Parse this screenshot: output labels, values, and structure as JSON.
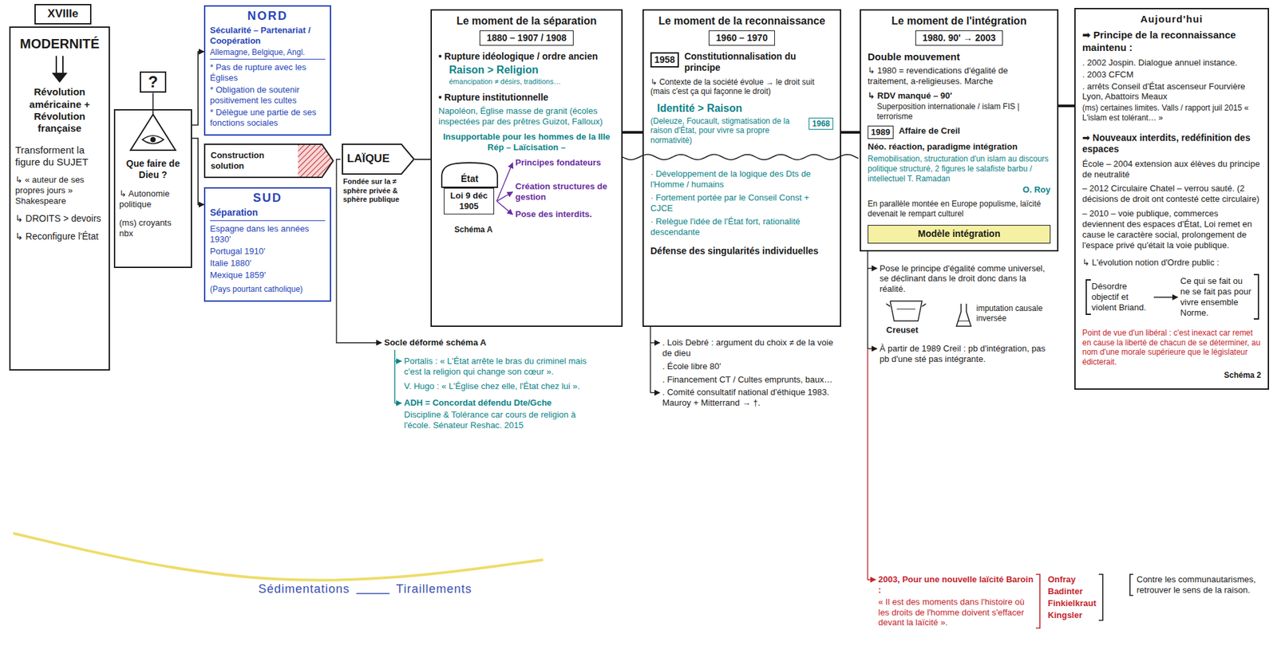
{
  "diagram": {
    "nodes": [
      {
        "text": [
          "XVIIIe"
        ]
      },
      {
        "text": [
          "MODERNITÉ",
          "Révolution américaine + Révolution française",
          "Transforment la figure du SUJET",
          "↳ « auteur de ses propres jours » Shakespeare",
          "↳ DROITS > devoirs",
          "↳ Reconfigure l'État"
        ]
      },
      {
        "text": [
          "?"
        ]
      },
      {
        "text": [
          "Que faire de Dieu ?",
          "↳ Autonomie politique",
          "(ms) croyants nbx"
        ]
      },
      {
        "text": [
          "NORD",
          "Sécularité – Partenariat / Coopération",
          "Allemagne, Belgique, Angl.",
          "* Pas de rupture avec les Églises",
          "* Obligation de soutenir positivement les cultes",
          "* Délègue une partie de ses fonctions sociales"
        ]
      },
      {
        "text": [
          "Construction solution"
        ]
      },
      {
        "text": [
          "LAÏQUE"
        ]
      },
      {
        "text": [
          "SUD",
          "Séparation",
          "Espagne dans les années 1930'",
          "Portugal 1910'",
          "Italie 1880'",
          "Mexique 1859'",
          "(Pays pourtant catholique)"
        ]
      },
      {
        "text": [
          "Le moment de la séparation",
          "1880 – 1907 / 1908",
          "• Rupture idéologique / ordre ancien",
          "Raison > Religion",
          "émancipation ≠ désirs, traditions…",
          "• Rupture institutionnelle",
          "Napoléon, Église masse de granit (écoles inspectées par des prêtres Guizot, Falloux)",
          "Insupportable pour les hommes de la IIIe Rép – Laïcisation –",
          "Schéma A"
        ]
      },
      {
        "text": [
          "État"
        ],
        "in": 8
      },
      {
        "text": [
          "Loi 9 déc 1905"
        ],
        "in": 8
      },
      {
        "text": [
          "Le moment de la reconnaissance",
          "1960 – 1970",
          "Constitutionnalisation du principe",
          "↳ Contexte de la société évolue → le droit suit (mais c'est ça qui façonne le droit)",
          "Identité > Raison",
          "(Deleuze, Foucault, stigmatisation de la raison d'État, pour vivre sa propre normativité)",
          "· Développement de la logique des Dts de l'Homme / humains",
          "· Fortement portée par le Conseil Const + CJCE",
          "· Relègue l'idée de l'État fort, rationalité descendante",
          "Défense des singularités individuelles"
        ]
      },
      {
        "text": [
          "1958"
        ],
        "in": 11
      },
      {
        "text": [
          "1968"
        ],
        "in": 11
      },
      {
        "text": [
          "Le moment de l'intégration",
          "1980. 90' → 2003",
          "Double mouvement",
          "↳ 1980 = revendications d'égalité de traitement, a-religieuses. Marche",
          "↳ RDV manqué – 90'",
          "Superposition internationale / islam FIS | terrorisme",
          "Affaire de Creil",
          "Néo. réaction, paradigme intégration",
          "Remobilisation, structuration d'un islam au discours politique structuré, 2 figures le salafiste barbu / intellectuel T. Ramadan",
          "O. Roy",
          "En parallèle montée en Europe populisme, laïcité devenait le rempart culturel"
        ]
      },
      {
        "text": [
          "1989"
        ],
        "in": 14
      },
      {
        "text": [
          "Modèle intégration"
        ],
        "in": 14
      },
      {
        "text": [
          "Aujourd'hui",
          "➡ Principe de la reconnaissance maintenu :",
          ". 2002 Jospin. Dialogue annuel instance.",
          ". 2003 CFCM",
          ". arrêts Conseil d'État ascenseur Fourvière Lyon, Abattoirs Meaux",
          "(ms) certaines limites. Valls / rapport juil 2015 « L'islam est tolérant… »",
          "➡ Nouveaux interdits, redéfinition des espaces",
          "École – 2004 extension aux élèves du principe de neutralité",
          "– 2012 Circulaire Chatel – verrou sauté. (2 décisions de droit ont contesté cette circulaire)",
          "– 2010 – voie publique, commerces deviennent des espaces d'État, Loi remet en cause le caractère social, prolongement de l'espace privé qu'était la voie publique.",
          "↳ L'évolution notion d'Ordre public :",
          "Point de vue d'un libéral : c'est inexact car remet en cause la liberté de chacun de se déterminer, au nom d'une morale supérieure que le législateur édicterait.",
          "Schéma 2"
        ]
      },
      {
        "text": [
          "Désordre objectif et violent Briand."
        ],
        "in": 17
      },
      {
        "text": [
          "Ce qui se fait ou ne se fait pas pour vivre ensemble Norme."
        ],
        "in": 17
      }
    ],
    "edges": [
      {
        "from": 3,
        "to": 4,
        "arrow": "to"
      },
      {
        "from": 3,
        "to": 7,
        "arrow": "to"
      },
      {
        "from": 6,
        "to": 8,
        "arrow": "none"
      },
      {
        "from": 8,
        "to": 11,
        "arrow": "none"
      },
      {
        "from": 11,
        "to": 14,
        "arrow": "none"
      },
      {
        "from": 14,
        "to": 17,
        "arrow": "none"
      },
      {
        "from": 18,
        "to": 19,
        "arrow": "to"
      }
    ],
    "labels": [
      "Fondée sur la ≠ sphère privée & sphère publique",
      "Principes fondateurs",
      "Création structures de gestion",
      "Pose des interdits.",
      "Socle déformé schéma A",
      "Portalis : « L'État arrête le bras du criminel mais c'est la religion qui change son cœur ».",
      "V. Hugo : « L'Église chez elle, l'État chez lui ».",
      "ADH = Concordat défendu Dte/Gche",
      "Discipline & Tolérance car cours de religion à l'école. Sénateur Reshac. 2015",
      ". Lois Debré : argument du choix ≠ de la voie de dieu",
      ". École libre 80'",
      ". Financement CT / Cultes emprunts, baux…",
      ". Comité consultatif national d'éthique 1983. Mauroy + Mitterrand → †.",
      "Pose le principe d'égalité comme universel, se déclinant dans le droit donc dans la réalité.",
      "Creuset",
      "imputation causale inversée",
      "À partir de 1989 Creil : pb d'intégration, pas pb d'une sté pas intégrante.",
      "2003, Pour une nouvelle laïcité Baroin :",
      "« Il est des moments dans l'histoire où les droits de l'homme doivent s'effacer devant la laïcité ».",
      "Onfray",
      "Badinter",
      "Finkielkraut",
      "Kingsler",
      "Contre les communautarismes, retrouver le sens de la raison.",
      "Sédimentations",
      "Tiraillements"
    ]
  }
}
